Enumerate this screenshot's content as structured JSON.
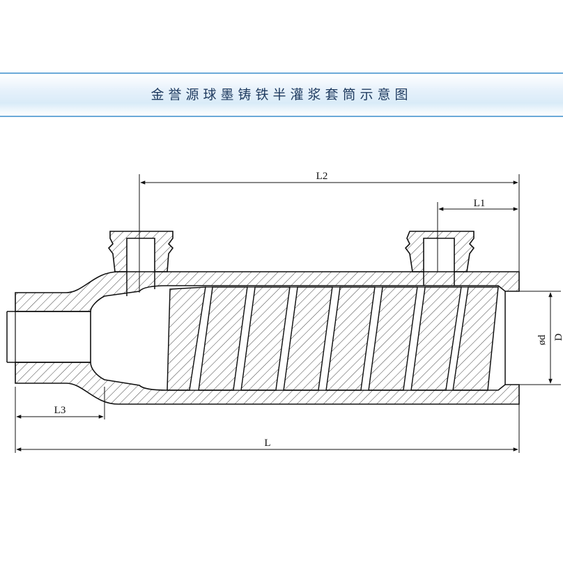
{
  "banner": {
    "title": "金誉源球墨铸铁半灌浆套筒示意图"
  },
  "dimensions": {
    "overall_length": "L",
    "length_2": "L2",
    "length_1": "L1",
    "length_3": "L3",
    "inner_diameter": "ød",
    "outer_diameter_partial": "D"
  },
  "colors": {
    "banner_border": "#6aa9d8",
    "banner_fill": "#d9ebf8",
    "line": "#111111"
  }
}
